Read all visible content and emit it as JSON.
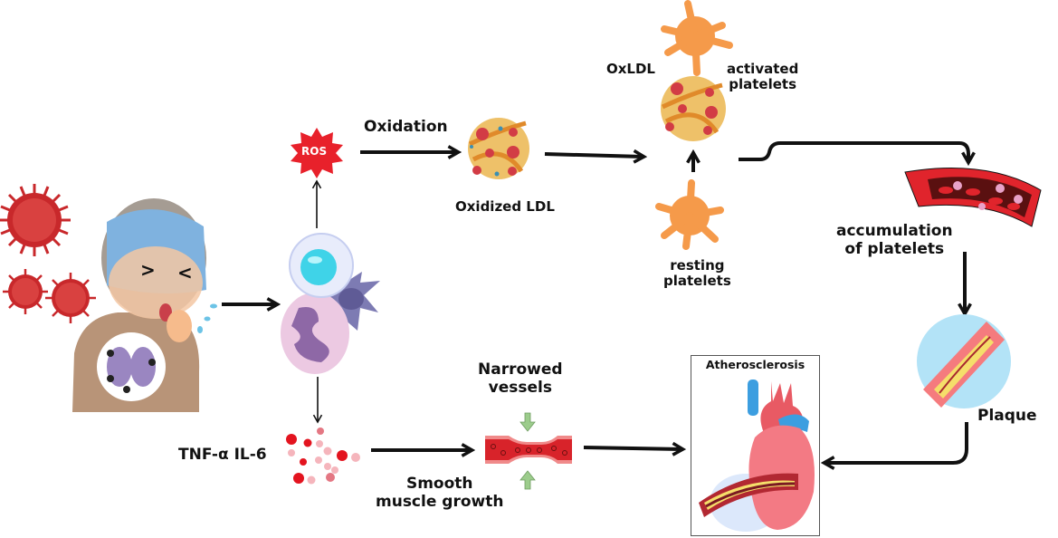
{
  "title": "Respiratory infection to atherosclerosis pathway",
  "nodes": {
    "patient": {
      "label": "",
      "icon": "coughing-patient-with-virus"
    },
    "immune_cells": {
      "icon": "immune-cells"
    },
    "ros": {
      "label": "ROS"
    },
    "oxidation": {
      "label": "Oxidation"
    },
    "oxidized_ldl": {
      "label": "Oxidized LDL"
    },
    "oxldl": {
      "label": "OxLDL"
    },
    "activated_platelets": {
      "label_line1": "activated",
      "label_line2": "platelets"
    },
    "resting_platelets": {
      "label_line1": "resting",
      "label_line2": "platelets"
    },
    "accumulation": {
      "label_line1": "accumulation",
      "label_line2": "of platelets"
    },
    "plaque": {
      "label": "Plaque"
    },
    "cytokines": {
      "label": "TNF-α IL-6"
    },
    "smooth_muscle": {
      "label_line1": "Smooth",
      "label_line2": "muscle growth"
    },
    "narrowed_vessels": {
      "label_line1": "Narrowed",
      "label_line2": "vessels"
    },
    "atherosclerosis": {
      "label": "Atherosclerosis"
    }
  },
  "colors": {
    "arrow": "#111111",
    "ros": "#e8212b",
    "ldl": "#e8b34a",
    "platelet": "#f59a4a",
    "vessel": "#d8232a",
    "plaque_bg": "#b3e3f7",
    "heart": "#f37a84",
    "green_arrow": "#9ccc8c"
  }
}
